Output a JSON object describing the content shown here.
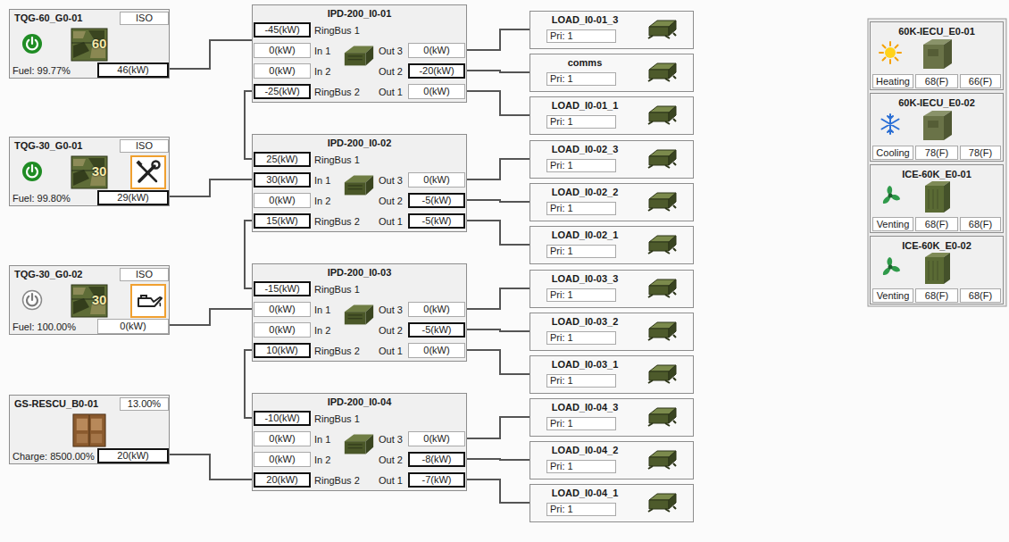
{
  "diagram": {
    "nodes": [
      {
        "text": [
          "TQG-60_G0-01",
          "ISO",
          "60",
          "Fuel: 99.77%",
          "46(kW)"
        ]
      },
      {
        "text": [
          "TQG-30_G0-01",
          "ISO",
          "30",
          "Fuel: 99.80%",
          "29(kW)"
        ]
      },
      {
        "text": [
          "TQG-30_G0-02",
          "ISO",
          "30",
          "Fuel: 100.00%",
          "0(kW)"
        ]
      },
      {
        "text": [
          "GS-RESCU_B0-01",
          "13.00%",
          "Charge: 8500.00%",
          "20(kW)"
        ]
      },
      {
        "text": [
          "IPD-200_I0-01",
          "-45(kW)",
          "RingBus 1",
          "0(kW)",
          "In 1",
          "Out 3",
          "0(kW)",
          "0(kW)",
          "In 2",
          "Out 2",
          "-20(kW)",
          "-25(kW)",
          "RingBus 2",
          "Out 1",
          "0(kW)"
        ]
      },
      {
        "text": [
          "IPD-200_I0-02",
          "25(kW)",
          "RingBus 1",
          "30(kW)",
          "In 1",
          "Out 3",
          "0(kW)",
          "0(kW)",
          "In 2",
          "Out 2",
          "-5(kW)",
          "15(kW)",
          "RingBus 2",
          "Out 1",
          "-5(kW)"
        ]
      },
      {
        "text": [
          "IPD-200_I0-03",
          "-15(kW)",
          "RingBus 1",
          "0(kW)",
          "In 1",
          "Out 3",
          "0(kW)",
          "0(kW)",
          "In 2",
          "Out 2",
          "-5(kW)",
          "10(kW)",
          "RingBus 2",
          "Out 1",
          "0(kW)"
        ]
      },
      {
        "text": [
          "IPD-200_I0-04",
          "-10(kW)",
          "RingBus 1",
          "0(kW)",
          "In 1",
          "Out 3",
          "0(kW)",
          "0(kW)",
          "In 2",
          "Out 2",
          "-8(kW)",
          "20(kW)",
          "RingBus 2",
          "Out 1",
          "-7(kW)"
        ]
      },
      {
        "text": [
          "LOAD_I0-01_3",
          "Pri: 1"
        ]
      },
      {
        "text": [
          "comms",
          "Pri: 1"
        ]
      },
      {
        "text": [
          "LOAD_I0-01_1",
          "Pri: 1"
        ]
      },
      {
        "text": [
          "LOAD_I0-02_3",
          "Pri: 1"
        ]
      },
      {
        "text": [
          "LOAD_I0-02_2",
          "Pri: 1"
        ]
      },
      {
        "text": [
          "LOAD_I0-02_1",
          "Pri: 1"
        ]
      },
      {
        "text": [
          "LOAD_I0-03_3",
          "Pri: 1"
        ]
      },
      {
        "text": [
          "LOAD_I0-03_2",
          "Pri: 1"
        ]
      },
      {
        "text": [
          "LOAD_I0-03_1",
          "Pri: 1"
        ]
      },
      {
        "text": [
          "LOAD_I0-04_3",
          "Pri: 1"
        ]
      },
      {
        "text": [
          "LOAD_I0-04_2",
          "Pri: 1"
        ]
      },
      {
        "text": [
          "LOAD_I0-04_1",
          "Pri: 1"
        ]
      },
      {
        "text": [
          "60K-IECU_E0-01",
          "Heating",
          "68(F)",
          "66(F)"
        ]
      },
      {
        "text": [
          "60K-IECU_E0-02",
          "Cooling",
          "78(F)",
          "78(F)"
        ]
      },
      {
        "text": [
          "ICE-60K_E0-01",
          "Venting",
          "68(F)",
          "68(F)"
        ]
      },
      {
        "text": [
          "ICE-60K_E0-02",
          "Venting",
          "68(F)",
          "68(F)"
        ]
      }
    ],
    "edges": [
      {
        "from": 0,
        "to": 4,
        "arrow": "none"
      },
      {
        "from": 1,
        "to": 5,
        "arrow": "none"
      },
      {
        "from": 2,
        "to": 6,
        "arrow": "none"
      },
      {
        "from": 3,
        "to": 7,
        "arrow": "none"
      },
      {
        "from": 4,
        "to": 5,
        "arrow": "none"
      },
      {
        "from": 5,
        "to": 6,
        "arrow": "none"
      },
      {
        "from": 6,
        "to": 7,
        "arrow": "none"
      },
      {
        "from": 4,
        "to": 8,
        "arrow": "none"
      },
      {
        "from": 4,
        "to": 9,
        "arrow": "none"
      },
      {
        "from": 4,
        "to": 10,
        "arrow": "none"
      },
      {
        "from": 5,
        "to": 11,
        "arrow": "none"
      },
      {
        "from": 5,
        "to": 12,
        "arrow": "none"
      },
      {
        "from": 5,
        "to": 13,
        "arrow": "none"
      },
      {
        "from": 6,
        "to": 14,
        "arrow": "none"
      },
      {
        "from": 6,
        "to": 15,
        "arrow": "none"
      },
      {
        "from": 6,
        "to": 16,
        "arrow": "none"
      },
      {
        "from": 7,
        "to": 17,
        "arrow": "none"
      },
      {
        "from": 7,
        "to": 18,
        "arrow": "none"
      },
      {
        "from": 7,
        "to": 19,
        "arrow": "none"
      }
    ]
  }
}
